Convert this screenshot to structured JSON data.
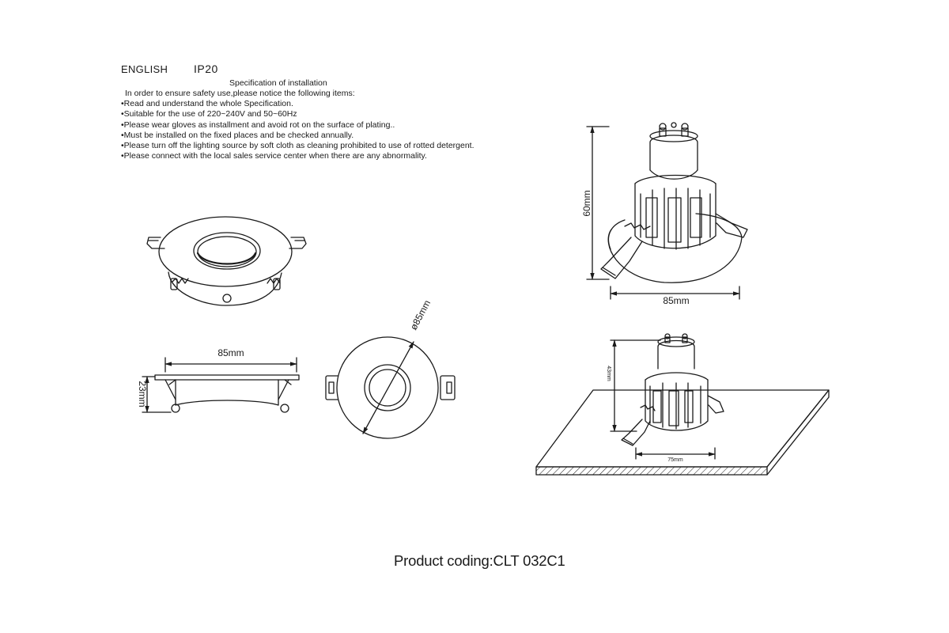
{
  "header": {
    "language": "ENGLISH",
    "ip_rating": "IP20"
  },
  "spec": {
    "title": "Specification of installation",
    "intro": "In order to ensure safety use,please notice the following items:",
    "items": [
      "•Read and understand the whole Specification.",
      "•Suitable for the use of 220~240V and 50~60Hz",
      "•Please wear gloves as installment and avoid rot on the surface of plating..",
      "•Must be installed on the fixed places and be checked annually.",
      "•Please turn off the lighting source by soft cloth as cleaning prohibited to use of rotted detergent.",
      "•Please connect with the local sales service center when there are any abnormality."
    ]
  },
  "dimensions": {
    "side_width": "85mm",
    "side_height": "23mm",
    "top_diameter": "ø85mm",
    "lamp_height": "60mm",
    "lamp_width": "85mm",
    "cutout_height": "43mm",
    "cutout_width": "75mm"
  },
  "product_coding": "Product coding:CLT 032C1"
}
